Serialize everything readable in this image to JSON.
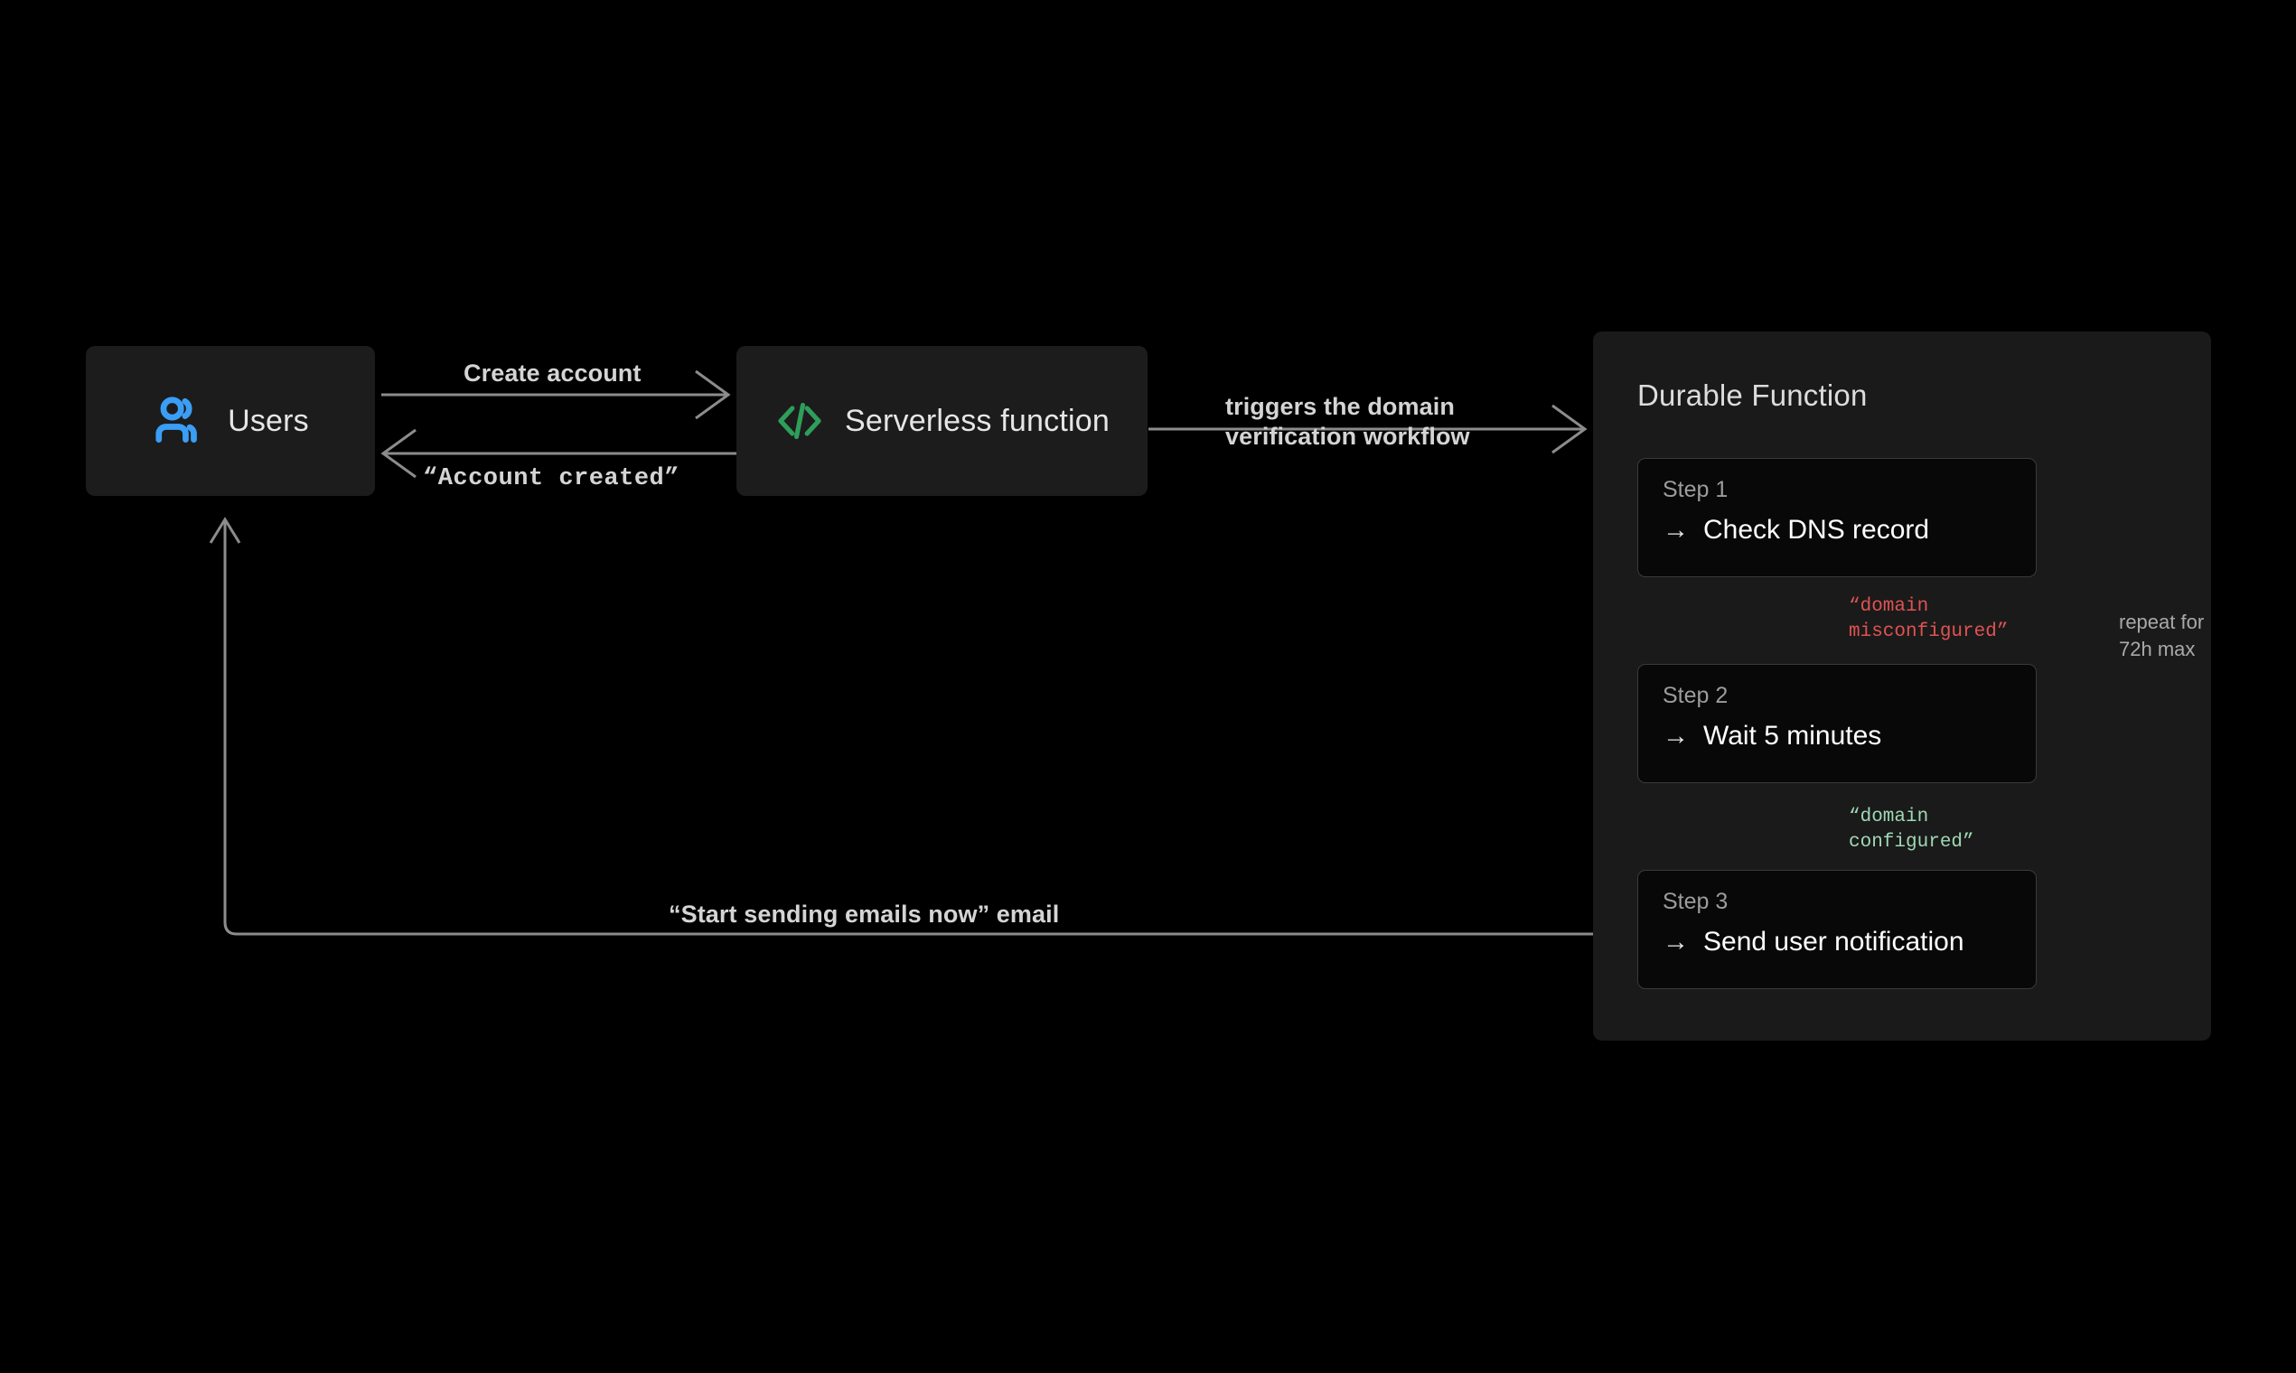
{
  "diagram": {
    "background_color": "#000000",
    "nodes": {
      "users": {
        "label": "Users",
        "icon": "users-icon",
        "icon_color": "#3B9EF5",
        "box_color": "#1C1C1C"
      },
      "serverless": {
        "label": "Serverless function",
        "icon": "code-icon",
        "icon_color": "#2E9E5B",
        "box_color": "#1C1C1C"
      }
    },
    "durable_function": {
      "title": "Durable Function",
      "panel_color": "#1A1A1A",
      "steps": [
        {
          "kicker": "Step 1",
          "body": "Check DNS record",
          "arrow": "→"
        },
        {
          "kicker": "Step 2",
          "body": "Wait 5 minutes",
          "arrow": "→"
        },
        {
          "kicker": "Step 3",
          "body": "Send user notification",
          "arrow": "→"
        }
      ]
    },
    "edges": {
      "create_account": "Create account",
      "account_created": "“Account created”",
      "triggers_line1": "triggers the domain",
      "triggers_line2": "verification workflow",
      "start_sending": "“Start sending emails now” email",
      "misconfigured_line1": "“domain",
      "misconfigured_line2": "misconfigured”",
      "misconfigured_color": "#E05252",
      "configured_line1": "“domain",
      "configured_line2": "configured”",
      "configured_color": "#9FD8B5",
      "repeat_line1": "repeat for",
      "repeat_line2": "72h max",
      "wire_color": "#8C8C8C"
    }
  }
}
